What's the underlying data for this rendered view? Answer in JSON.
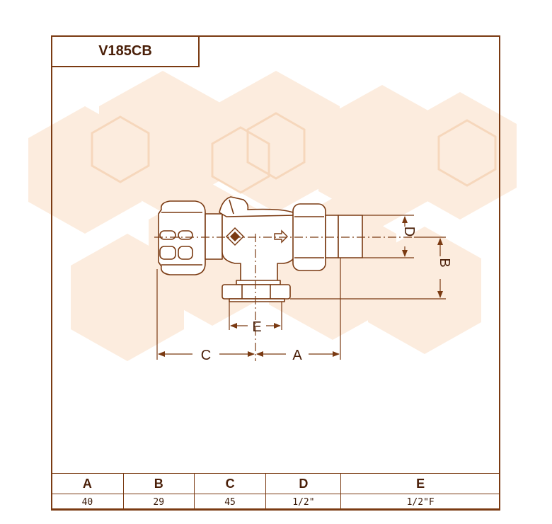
{
  "model": "V185CB",
  "dimensions": {
    "labels": {
      "a": "A",
      "b": "B",
      "c": "C",
      "d": "D",
      "e": "E"
    }
  },
  "table": {
    "headers": [
      "A",
      "B",
      "C",
      "D",
      "E"
    ],
    "values": [
      "40",
      "29",
      "45",
      "1/2\"",
      "1/2\"F"
    ]
  },
  "colors": {
    "line": "#7a3a12",
    "body_fill": "#ffffff",
    "watermark": "#f7d9bf"
  },
  "icons": [
    "diamond-marker-icon",
    "flow-arrow-icon"
  ]
}
